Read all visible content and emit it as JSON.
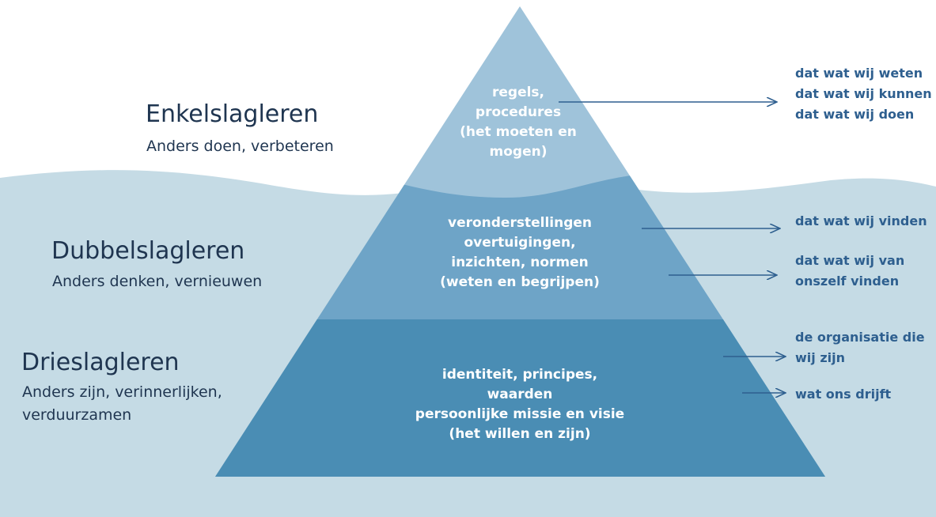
{
  "levels": [
    {
      "title": "Enkelslagleren",
      "subtitle_lines": [
        "Anders doen, verbeteren"
      ]
    },
    {
      "title": "Dubbelslagleren",
      "subtitle_lines": [
        "Anders denken, vernieuwen"
      ]
    },
    {
      "title": "Drieslagleren",
      "subtitle_lines": [
        "Anders zijn, verinnerlijken,",
        "verduurzamen"
      ]
    }
  ],
  "pyramid": {
    "top_lines": [
      "regels,",
      "procedures",
      "(het moeten en",
      "mogen)"
    ],
    "middle_lines": [
      "veronderstellingen",
      "overtuigingen,",
      "inzichten, normen",
      "(weten en begrijpen)"
    ],
    "bottom_lines": [
      "identiteit, principes,",
      "waarden",
      "persoonlijke missie en visie",
      "(het willen en zijn)"
    ]
  },
  "annotations": [
    {
      "lines": [
        "dat wat wij weten",
        "dat wat wij kunnen",
        "dat wat wij doen"
      ]
    },
    {
      "lines": [
        "dat wat wij vinden"
      ]
    },
    {
      "lines": [
        "dat wat wij van",
        "onszelf vinden"
      ]
    },
    {
      "lines": [
        "de organisatie die",
        "wij zijn"
      ]
    },
    {
      "lines": [
        "wat ons drijft"
      ]
    }
  ],
  "colors": {
    "water": "#c5dbe5",
    "pyramid_top": "#9fc3da",
    "pyramid_middle": "#6ea4c7",
    "pyramid_bottom": "#4a8db4",
    "arrow": "#2e5f8f",
    "heading_text": "#1f3550",
    "annotation_text": "#2e5f8f"
  }
}
